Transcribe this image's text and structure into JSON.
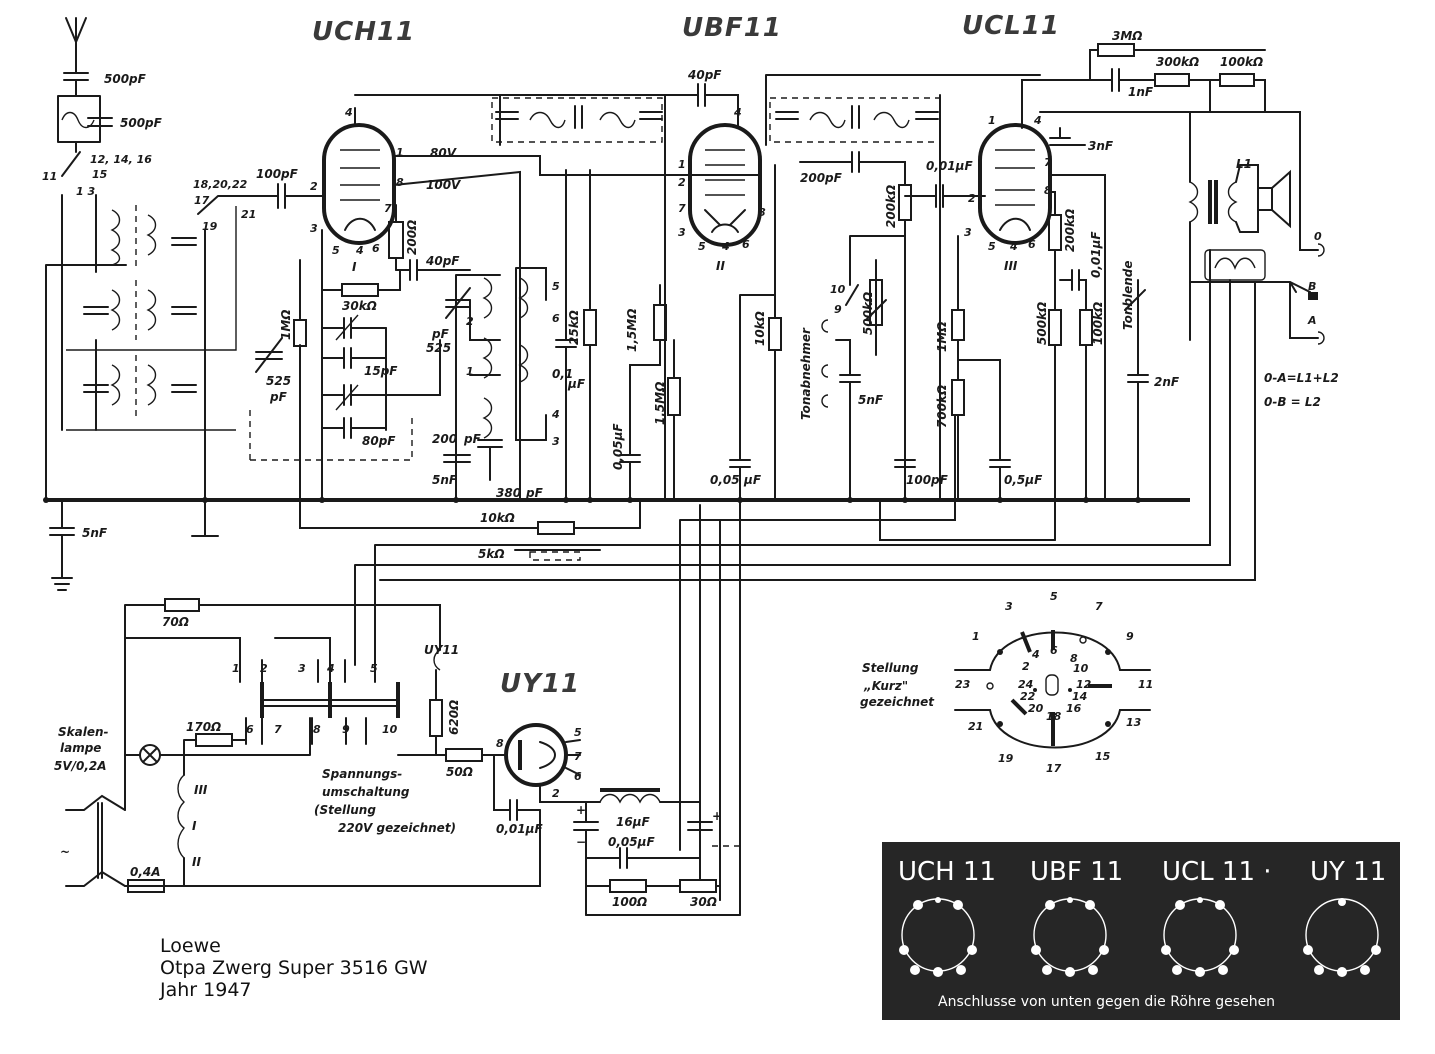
{
  "title": {
    "brand": "Loewe",
    "model": "Otpa Zwerg Super 3516 GW",
    "year": "Jahr 1947"
  },
  "tubes": {
    "uch11": "UCH11",
    "ubf11": "UBF11",
    "ucl11": "UCL11",
    "uy11": "UY11",
    "uy11_small": "UY11"
  },
  "tube_numerals": {
    "one": "I",
    "two": "II",
    "three": "III"
  },
  "components": {
    "c_ant1": "500pF",
    "c_ant2": "500pF",
    "c_grid": "100pF",
    "c_40pf_top": "40pF",
    "c_40pf_mid": "40pF",
    "c_200pf_ucl": "200pF",
    "c_001": "0,01µF",
    "c_3nf": "3nF",
    "c_1nf": "1nF",
    "r_3m": "3MΩ",
    "r_300k": "300kΩ",
    "r_100k_top": "100kΩ",
    "r_200": "200Ω",
    "r_30k": "30kΩ",
    "r_1m_left": "1MΩ",
    "c_525_left": "525",
    "c_525_left2": "pF",
    "c_525_mid": "525",
    "c_525_mid2": "pF",
    "c_15pf": "15pF",
    "c_80pf": "80pF",
    "c_200pf_osc": "200",
    "c_200pf_osc2": "pF",
    "c_5nf_left": "5nF",
    "c_380pf": "380",
    "c_380pf2": "pF",
    "r_25k": "25kΩ",
    "c_01uf": "0,1",
    "c_01uf2": "µF",
    "r_15m_a": "1,5MΩ",
    "r_15m_b": "1,5MΩ",
    "c_005uf_a": "0,05µF",
    "c_005uf_b": "0,05",
    "c_005uf_b2": "µF",
    "r_10k_vert": "10kΩ",
    "r_200k_a": "200kΩ",
    "r_500k_pot": "500kΩ",
    "c_5nf_pu": "5nF",
    "c_100pf": "100pF",
    "r_1m_mid": "1MΩ",
    "r_700k": "700kΩ",
    "c_05uf": "0,5µF",
    "r_200k_b": "200kΩ",
    "c_001uf_b": "0,01µF",
    "r_500k_b": "500kΩ",
    "r_100k_b": "100kΩ",
    "c_2nf": "2nF",
    "r_10k_h": "10kΩ",
    "r_5k": "5kΩ",
    "c_5nf_ground": "5nF",
    "r_70": "70Ω",
    "r_170": "170Ω",
    "r_620": "620Ω",
    "r_50": "50Ω",
    "c_001_uy": "0,01µF",
    "c_16uf": "16µF",
    "c_005uf_f": "0,05µF",
    "r_100_f": "100Ω",
    "r_30_f": "30Ω",
    "fuse": "0,4A",
    "lamp_a": "Skalen-",
    "lamp_b": "lampe",
    "lamp_c": "5V/0,2A",
    "l1": "L1"
  },
  "voltages": {
    "v80": "80V",
    "v100": "100V"
  },
  "switch_labels": {
    "s11": "11",
    "s13": "1  3",
    "s121416": "12, 14, 16",
    "s15": "15",
    "s182022": "18,20,22",
    "s17": "17",
    "s19": "19",
    "s21": "21",
    "s10": "10",
    "s9": "9",
    "tonabnehmer": "Tonabnehmer",
    "tonblende": "Tonblende"
  },
  "mains_switch_labels": [
    "1",
    "2",
    "3",
    "4",
    "5",
    "6",
    "7",
    "8",
    "9",
    "10"
  ],
  "mains_text": {
    "line1": "Spannungs-",
    "line2": "umschaltung",
    "line3": "(Stellung",
    "line4": "220V gezeichnet)"
  },
  "speaker": {
    "o": "0",
    "b": "B",
    "a": "A",
    "formula1": "0-A=L1+L2",
    "formula2": "0-B = L2"
  },
  "wafer": {
    "pins": [
      "1",
      "3",
      "5",
      "7",
      "9",
      "11",
      "13",
      "15",
      "17",
      "19",
      "21",
      "23"
    ],
    "inner": [
      "2",
      "4",
      "6",
      "8",
      "10",
      "12",
      "14",
      "16",
      "18",
      "20",
      "22",
      "24"
    ],
    "caption1": "Stellung",
    "caption2": "„Kurz\"",
    "caption3": "gezeichnet"
  },
  "socket_panel": {
    "titles": [
      "UCH 11",
      "UBF 11",
      "UCL 11 ·",
      "UY 11"
    ],
    "footer": "Anschlusse von unten gegen die Röhre gesehen"
  },
  "heater_marks": {
    "iii": "III",
    "i": "I",
    "ii": "II",
    "ac": "~"
  },
  "colors": {
    "ink": "#1a1a1a",
    "panel": "#262626",
    "paper": "#ffffff"
  }
}
